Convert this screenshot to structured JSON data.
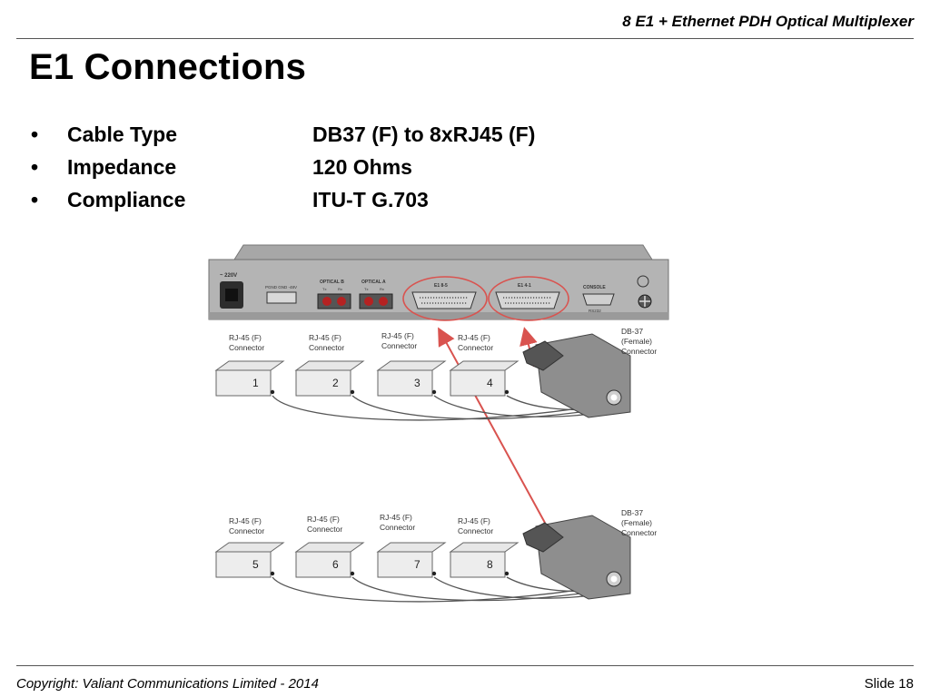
{
  "header": {
    "title": "8 E1 + Ethernet PDH Optical Multiplexer"
  },
  "slide": {
    "title": "E1 Connections"
  },
  "bullets": [
    {
      "key": "Cable Type",
      "value": "DB37 (F) to 8xRJ45 (F)"
    },
    {
      "key": "Impedance",
      "value": "120 Ohms"
    },
    {
      "key": "Compliance",
      "value": "ITU-T G.703"
    }
  ],
  "diagram": {
    "panel": {
      "power_label": "~ 220V",
      "terminal_label": "PGND GND -48V",
      "optical_b_label": "OPTICAL B",
      "optical_a_label": "OPTICAL A",
      "tx_label": "Tx",
      "rx_label": "Rx",
      "e1_85_label": "E1 8-5",
      "e1_41_label": "E1 4-1",
      "console_label": "CONSOLE",
      "rs232_label": "RS232"
    },
    "rj45_label_line1": "RJ-45 (F)",
    "rj45_label_line2": "Connector",
    "db37_line1": "DB-37",
    "db37_line2": "(Female)",
    "db37_line3": "Connector",
    "top_ports": [
      "1",
      "2",
      "3",
      "4"
    ],
    "bottom_ports": [
      "5",
      "6",
      "7",
      "8"
    ],
    "highlight_color": "#d9534f"
  },
  "footer": {
    "copyright": "Copyright: Valiant Communications Limited - 2014",
    "slide_number": "Slide 18"
  }
}
